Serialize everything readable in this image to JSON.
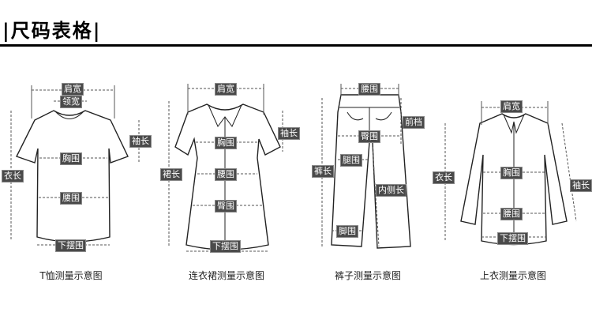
{
  "header": {
    "title": "|尺码表格|"
  },
  "tshirt": {
    "caption": "T恤测量示意图",
    "labels": {
      "shoulder": "肩宽",
      "neck": "领宽",
      "sleeve": "袖长",
      "length": "衣长",
      "chest": "胸围",
      "waist": "腰围",
      "hem": "下摆围"
    }
  },
  "dress": {
    "caption": "连衣裙测量示意图",
    "labels": {
      "shoulder": "肩宽",
      "sleeve": "袖长",
      "skirt_length": "裙长",
      "chest": "胸围",
      "waist": "腰围",
      "hip": "臀围",
      "hem": "下摆围"
    }
  },
  "pants": {
    "caption": "裤子测量示意图",
    "labels": {
      "waist": "腰围",
      "front_rise": "前档",
      "hip": "臀围",
      "length": "裤长",
      "thigh": "腿围",
      "inseam": "内侧长",
      "leg_opening": "脚围"
    }
  },
  "jacket": {
    "caption": "上衣测量示意图",
    "labels": {
      "shoulder": "肩宽",
      "length": "衣长",
      "sleeve": "袖长",
      "chest": "胸围",
      "waist": "腰围",
      "hem": "下摆围"
    }
  }
}
